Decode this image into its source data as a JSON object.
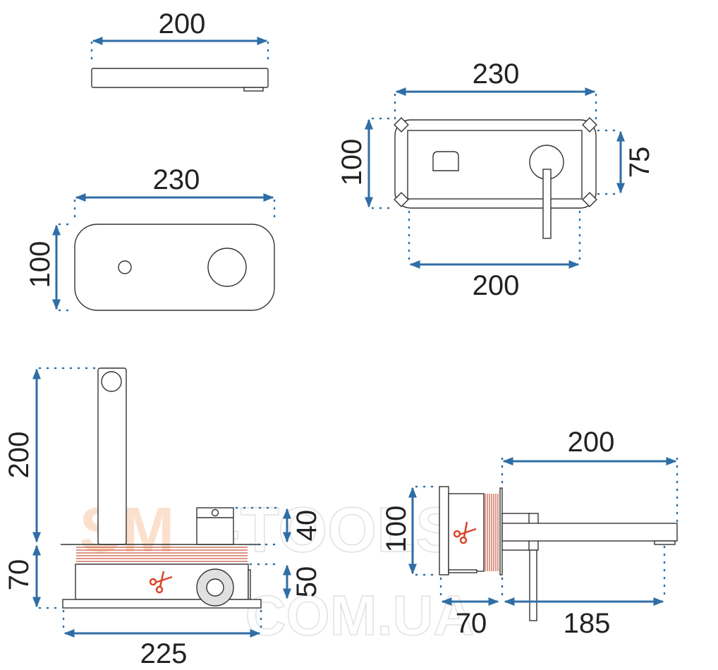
{
  "dimensions": {
    "top_plate_width": "200",
    "front_plate_width": "230",
    "front_plate_height": "100",
    "rear_plate_width": "230",
    "rear_plate_height": "100",
    "rear_inner_height": "75",
    "rear_inner_width": "200",
    "side_lever_height": "200",
    "side_body_height": "70",
    "side_box_height": "40",
    "side_lower_height": "50",
    "side_base_width": "225",
    "spout_length": "200",
    "body_height": "100",
    "body_depth": "70",
    "spout_projection": "185"
  },
  "watermark": {
    "line1": "SM-TOOLS",
    "line2": "COM.UA"
  },
  "colors": {
    "dimension": "#2f6ea6",
    "cut_mark": "#d9452b",
    "thread": "#c9553a"
  }
}
